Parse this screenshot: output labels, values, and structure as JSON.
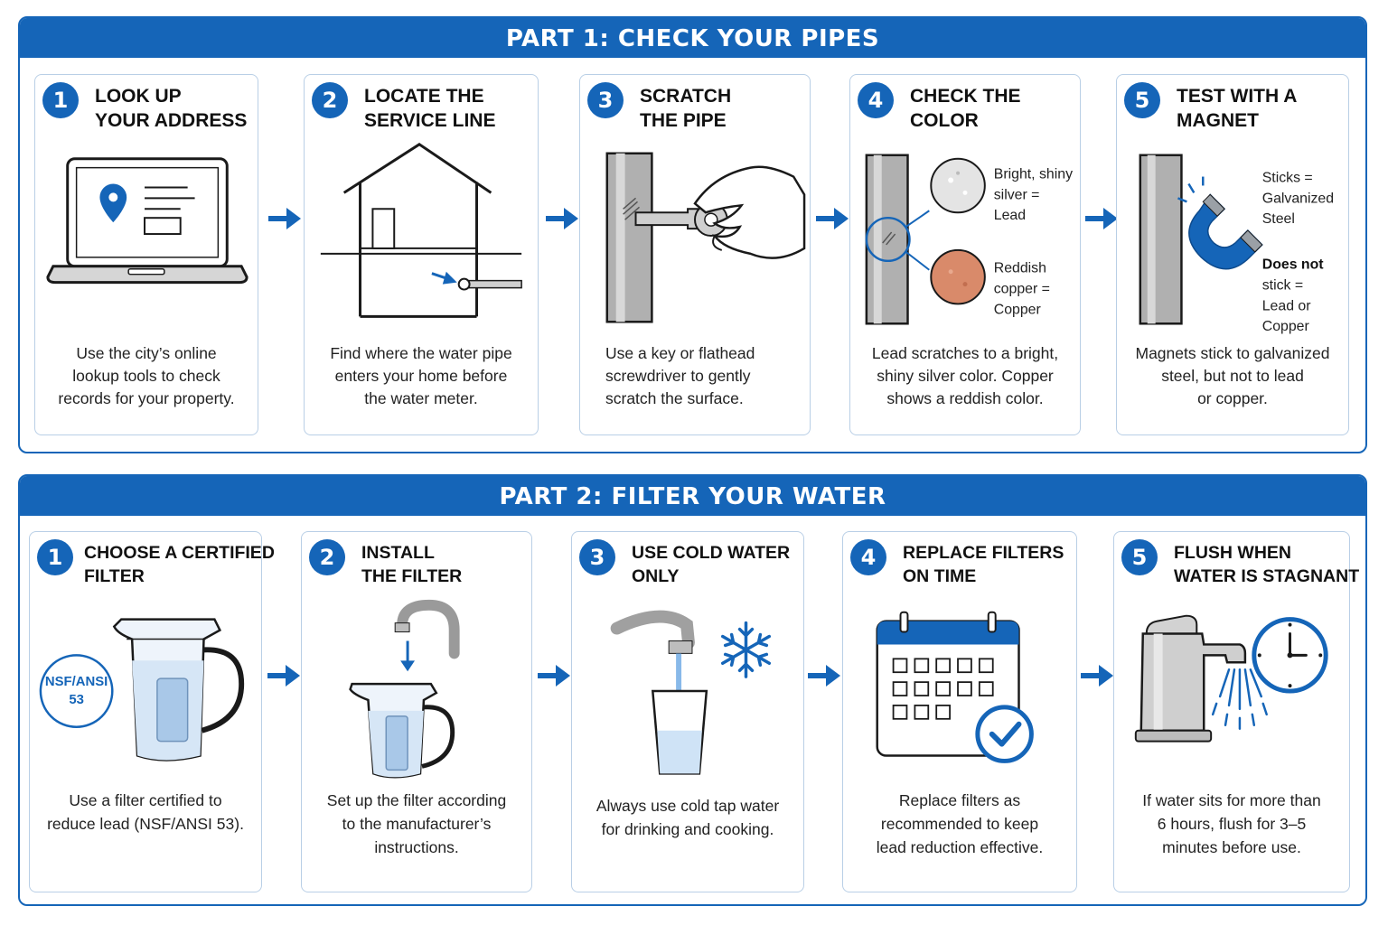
{
  "part1": {
    "title": "PART 1: CHECK YOUR PIPES",
    "steps": [
      {
        "num": "1",
        "title": [
          "LOOK UP",
          "YOUR ADDRESS"
        ],
        "desc": [
          "Use the city’s online",
          "lookup tools to check",
          "records for your property."
        ],
        "icon": "laptop-map-pin-icon"
      },
      {
        "num": "2",
        "title": [
          "LOCATE THE",
          "SERVICE LINE"
        ],
        "desc": [
          "Find where the water pipe",
          "enters your home before",
          "the water meter."
        ],
        "icon": "house-service-line-icon"
      },
      {
        "num": "3",
        "title": [
          "SCRATCH",
          "THE PIPE"
        ],
        "desc": [
          "Use a key or flathead",
          "screwdriver to gently",
          "scratch the surface."
        ],
        "icon": "hand-key-pipe-icon"
      },
      {
        "num": "4",
        "title": [
          "CHECK THE",
          "COLOR"
        ],
        "desc": [
          "Lead scratches to a bright,",
          "shiny silver color. Copper",
          "shows a reddish color."
        ],
        "icon": "pipe-color-swatch-icon",
        "labels": {
          "lead": [
            "Bright, shiny",
            "silver =",
            "Lead"
          ],
          "copper": [
            "Reddish",
            "copper =",
            "Copper"
          ]
        }
      },
      {
        "num": "5",
        "title": [
          "TEST WITH A",
          "MAGNET"
        ],
        "desc": [
          "Magnets stick to galvanized",
          "steel, but not to lead",
          "or copper."
        ],
        "icon": "magnet-pipe-icon",
        "labels": {
          "sticks": [
            "Sticks =",
            "Galvanized",
            "Steel"
          ],
          "not_bold": [
            "Does not"
          ],
          "not": [
            "stick =",
            "Lead or",
            "Copper"
          ]
        }
      }
    ]
  },
  "part2": {
    "title": "PART 2: FILTER YOUR WATER",
    "steps": [
      {
        "num": "1",
        "title": [
          "CHOOSE A CERTIFIED",
          "FILTER"
        ],
        "desc": [
          "Use a filter certified to",
          "reduce lead (NSF/ANSI 53)."
        ],
        "icon": "filter-pitcher-icon",
        "badge": [
          "NSF/ANSI",
          "53"
        ]
      },
      {
        "num": "2",
        "title": [
          "INSTALL",
          "THE FILTER"
        ],
        "desc": [
          "Set up the filter according",
          "to the manufacturer’s",
          "instructions."
        ],
        "icon": "faucet-pitcher-icon"
      },
      {
        "num": "3",
        "title": [
          "USE COLD WATER",
          "ONLY"
        ],
        "desc": [
          "Always use cold tap water",
          "for drinking and cooking."
        ],
        "icon": "faucet-glass-snowflake-icon"
      },
      {
        "num": "4",
        "title": [
          "REPLACE FILTERS",
          "ON TIME"
        ],
        "desc": [
          "Replace filters as",
          "recommended to keep",
          "lead reduction effective."
        ],
        "icon": "calendar-check-icon"
      },
      {
        "num": "5",
        "title": [
          "FLUSH WHEN",
          "WATER IS STAGNANT"
        ],
        "desc": [
          "If water sits for more than",
          "6 hours, flush for 3–5",
          "minutes before use."
        ],
        "icon": "faucet-clock-icon"
      }
    ]
  },
  "colors": {
    "brand": "#1565b8",
    "card_border": "#b9cfe6",
    "pipe": "#a8a8a8",
    "copper": "#d98a6a"
  }
}
